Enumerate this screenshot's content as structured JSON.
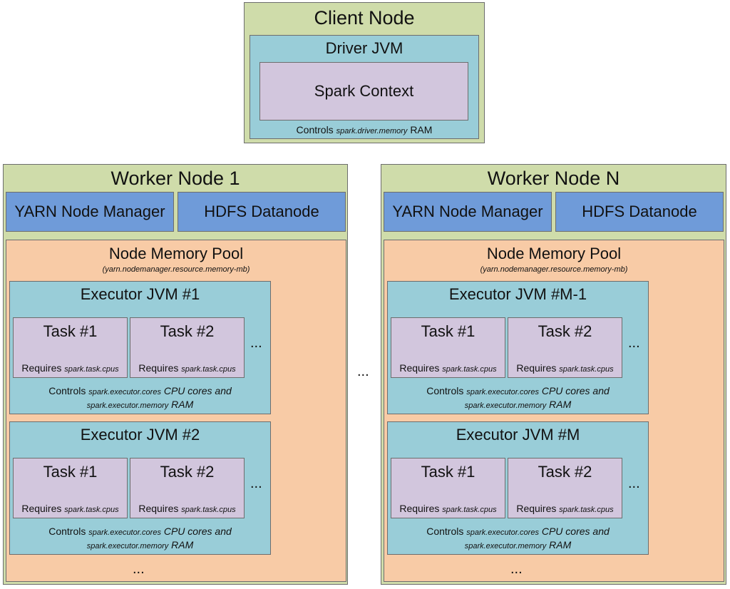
{
  "client": {
    "title": "Client Node",
    "driver_title": "Driver JVM",
    "context_label": "Spark Context",
    "controls_prefix": "Controls",
    "controls_param": "spark.driver.memory",
    "controls_suffix": "RAM"
  },
  "workers": [
    {
      "title": "Worker Node 1",
      "yarn": "YARN Node Manager",
      "hdfs": "HDFS Datanode",
      "pool_title": "Node Memory Pool",
      "pool_param": "(yarn.nodemanager.resource.memory-mb)",
      "executors": [
        {
          "title": "Executor JVM #1"
        },
        {
          "title": "Executor JVM #2"
        }
      ]
    },
    {
      "title": "Worker Node N",
      "yarn": "YARN Node Manager",
      "hdfs": "HDFS Datanode",
      "pool_title": "Node Memory Pool",
      "pool_param": "(yarn.nodemanager.resource.memory-mb)",
      "executors": [
        {
          "title": "Executor JVM #M-1"
        },
        {
          "title": "Executor JVM #M"
        }
      ]
    }
  ],
  "task": {
    "task1": "Task #1",
    "task2": "Task #2",
    "requires": "Requires",
    "requires_param": "spark.task.cpus"
  },
  "executor_controls": {
    "prefix": "Controls",
    "cores_param": "spark.executor.cores",
    "cores_suffix": "CPU cores and",
    "memory_param": "spark.executor.memory",
    "memory_suffix": "RAM"
  },
  "ellipsis": "..."
}
